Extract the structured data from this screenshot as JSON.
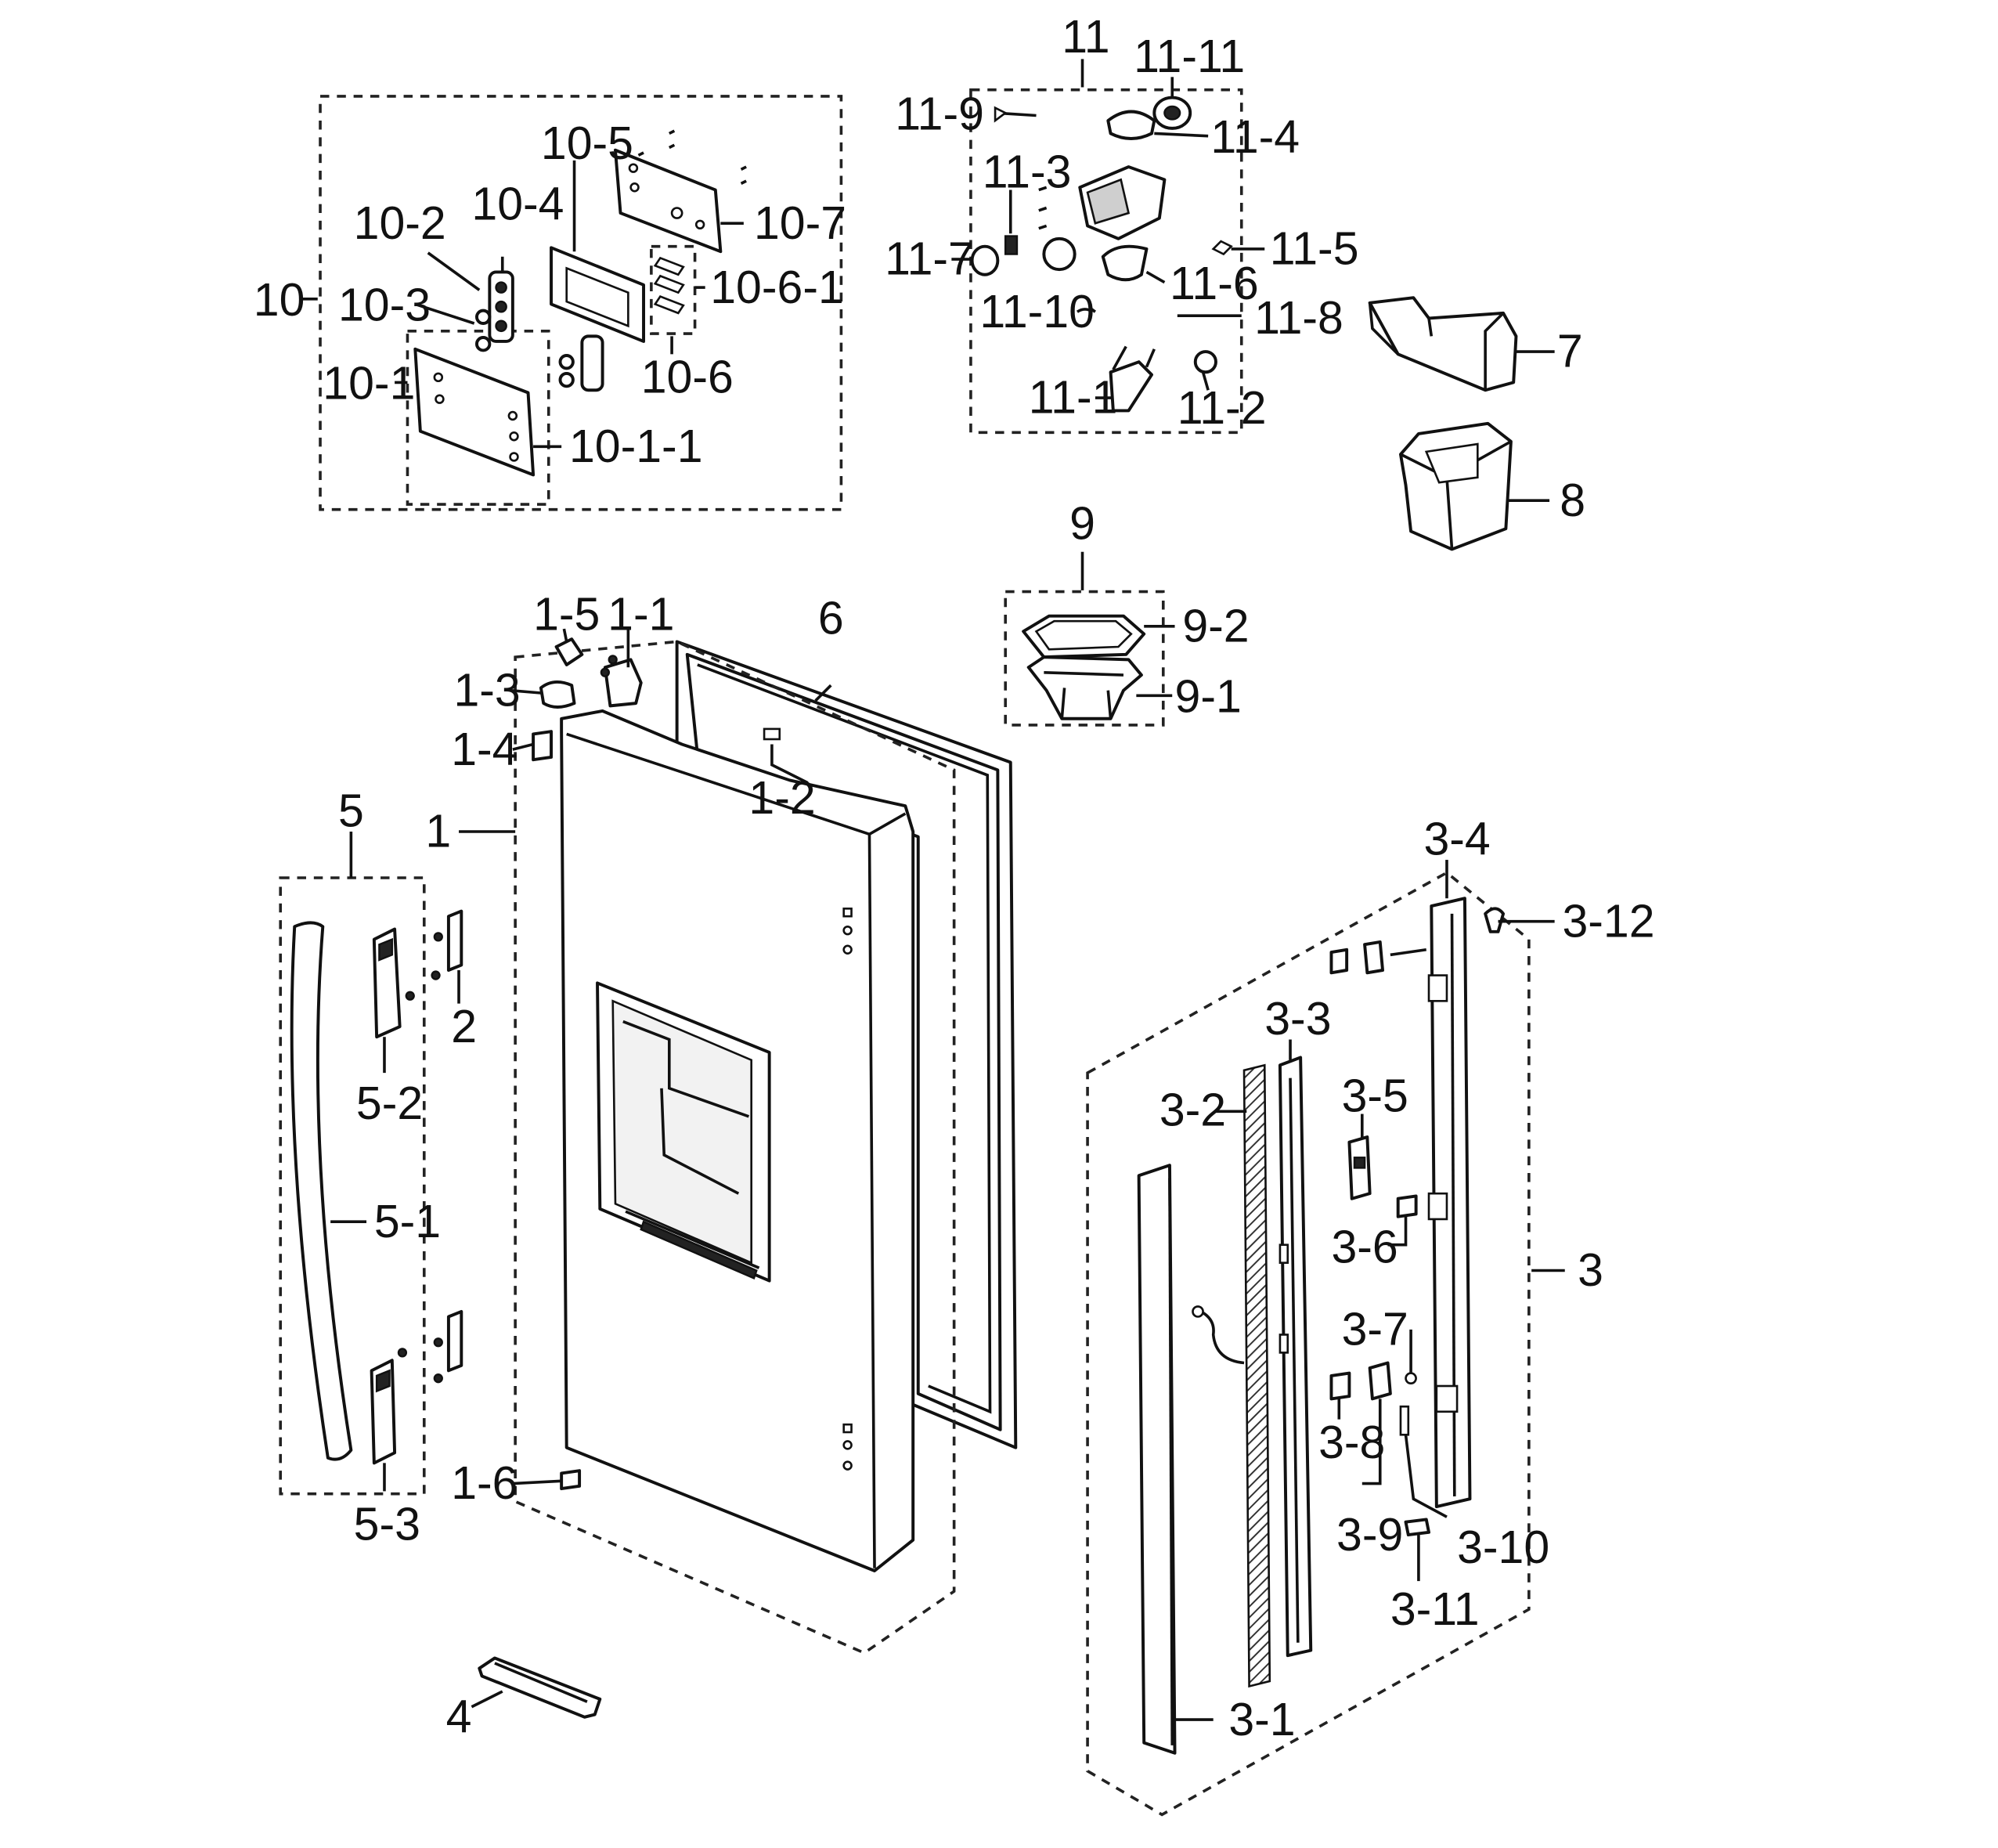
{
  "labels": {
    "l1": "1",
    "l1_1": "1-1",
    "l1_2": "1-2",
    "l1_3": "1-3",
    "l1_4": "1-4",
    "l1_5": "1-5",
    "l1_6": "1-6",
    "l2": "2",
    "l3": "3",
    "l3_1": "3-1",
    "l3_2": "3-2",
    "l3_3": "3-3",
    "l3_4": "3-4",
    "l3_5": "3-5",
    "l3_6": "3-6",
    "l3_7": "3-7",
    "l3_8": "3-8",
    "l3_9": "3-9",
    "l3_10": "3-10",
    "l3_11": "3-11",
    "l3_12": "3-12",
    "l4": "4",
    "l5": "5",
    "l5_1": "5-1",
    "l5_2": "5-2",
    "l5_3": "5-3",
    "l6": "6",
    "l7": "7",
    "l8": "8",
    "l9": "9",
    "l9_1": "9-1",
    "l9_2": "9-2",
    "l10": "10",
    "l10_1": "10-1",
    "l10_1_1": "10-1-1",
    "l10_2": "10-2",
    "l10_3": "10-3",
    "l10_4": "10-4",
    "l10_5": "10-5",
    "l10_6": "10-6",
    "l10_6_1": "10-6-1",
    "l10_7": "10-7",
    "l11": "11",
    "l11_1": "11-1",
    "l11_2": "11-2",
    "l11_3": "11-3",
    "l11_4": "11-4",
    "l11_5": "11-5",
    "l11_6": "11-6",
    "l11_7": "11-7",
    "l11_8": "11-8",
    "l11_9": "11-9",
    "l11_10": "11-10",
    "l11_11": "11-11"
  }
}
